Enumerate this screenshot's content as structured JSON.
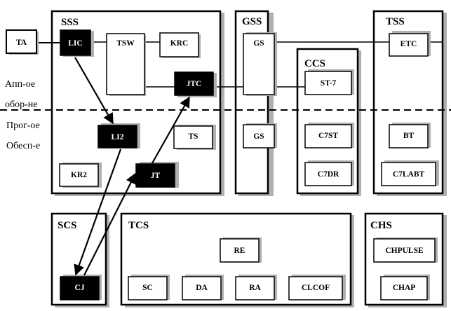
{
  "side_labels": {
    "hardware_line1": "Апп-ое",
    "hardware_line2": "обор-не",
    "software_line1": "Прог-ое",
    "software_line2": "Обесп-е"
  },
  "external": {
    "ta": "TA"
  },
  "subsystems": {
    "sss": {
      "title": "SSS",
      "blocks": {
        "lic": "LIC",
        "tsw": "TSW",
        "krc": "KRC",
        "jtc": "JTC",
        "li2": "LI2",
        "ts": "TS",
        "kr2": "KR2",
        "jt": "JT"
      }
    },
    "gss": {
      "title": "GSS",
      "blocks": {
        "gs_hw": "GS",
        "gs_sw": "GS"
      }
    },
    "ccs": {
      "title": "CCS",
      "blocks": {
        "st7": "ST-7",
        "c7st": "C7ST",
        "c7dr": "C7DR"
      }
    },
    "tss": {
      "title": "TSS",
      "blocks": {
        "etc": "ETC",
        "bt": "BT",
        "c7labt": "C7LABT"
      }
    },
    "scs": {
      "title": "SCS",
      "blocks": {
        "cj": "CJ"
      }
    },
    "tcs": {
      "title": "TCS",
      "blocks": {
        "re": "RE",
        "sc": "SC",
        "da": "DA",
        "ra": "RA",
        "clcof": "CLCOF"
      }
    },
    "chs": {
      "title": "CHS",
      "blocks": {
        "chpulse": "CHPULSE",
        "chap": "CHAP"
      }
    }
  },
  "colors": {
    "line": "#000000",
    "shadow": "#b0b0b0",
    "filled_block": "#000000",
    "block": "#ffffff"
  }
}
